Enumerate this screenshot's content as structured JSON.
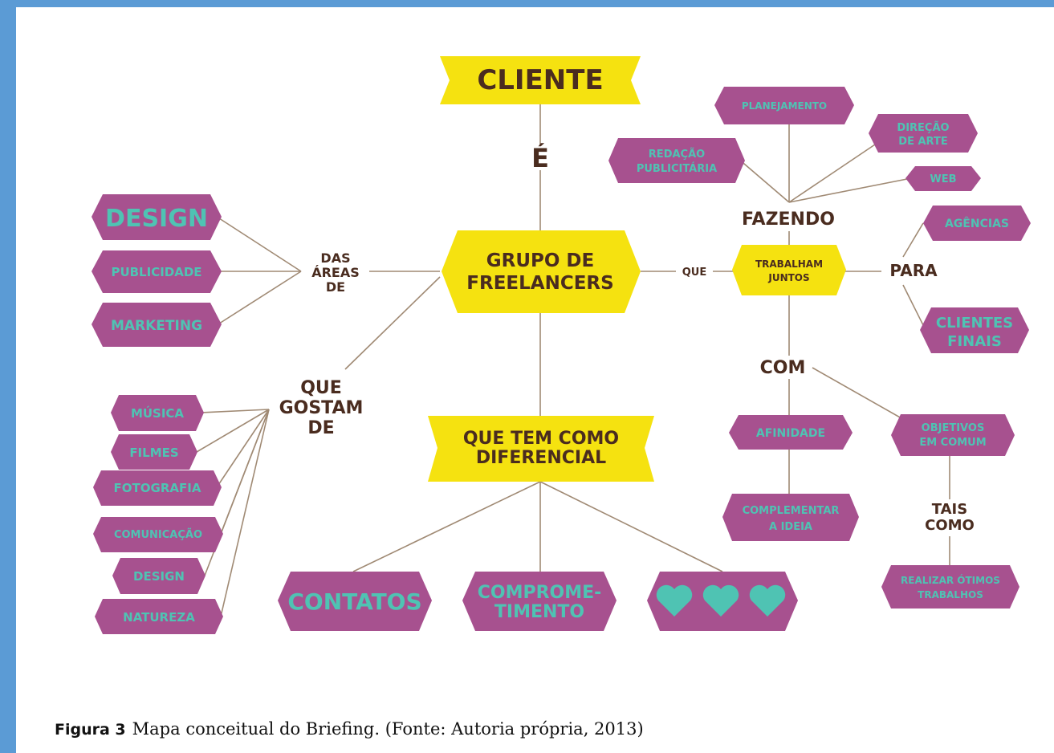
{
  "central": {
    "cliente": "CLIENTE",
    "e": "É",
    "grupo_line1": "GRUPO DE",
    "grupo_line2": "FREELANCERS",
    "diferencial_line1": "QUE TEM COMO",
    "diferencial_line2": "DIFERENCIAL"
  },
  "connectors": {
    "das_areas": [
      "DAS",
      "ÁREAS",
      "DE"
    ],
    "que_gostam": [
      "QUE",
      "GOSTAM",
      "DE"
    ],
    "que": "QUE",
    "fazendo": "FAZENDO",
    "para": "PARA",
    "com": "COM",
    "tais_como": [
      "TAIS",
      "COMO"
    ]
  },
  "trabalham": [
    "TRABALHAM",
    "JUNTOS"
  ],
  "areas": [
    "DESIGN",
    "PUBLICIDADE",
    "MARKETING"
  ],
  "gostos": [
    "MÚSICA",
    "FILMES",
    "FOTOGRAFIA",
    "COMUNICAÇÃO",
    "DESIGN",
    "NATUREZA"
  ],
  "fazendo_items": {
    "planejamento": "PLANEJAMENTO",
    "redacao": [
      "REDAÇÃO",
      "PUBLICITÁRIA"
    ],
    "direcao": [
      "DIREÇÃO",
      "DE ARTE"
    ],
    "web": "WEB"
  },
  "para_items": {
    "agencias": "AGÊNCIAS",
    "clientes": [
      "CLIENTES",
      "FINAIS"
    ]
  },
  "com_items": {
    "afinidade": "AFINIDADE",
    "complementar": [
      "COMPLEMENTAR",
      "A IDEIA"
    ],
    "objetivos": [
      "OBJETIVOS",
      "EM COMUM"
    ],
    "realizar": [
      "REALIZAR ÓTIMOS",
      "TRABALHOS"
    ]
  },
  "diferencial_items": {
    "contatos": "CONTATOS",
    "compromisso": [
      "COMPROME-",
      "TIMENTO"
    ]
  },
  "caption": {
    "label": "Figura 3",
    "text": "Mapa conceitual do Briefing. (Fonte: Autoria própria, 2013)"
  }
}
